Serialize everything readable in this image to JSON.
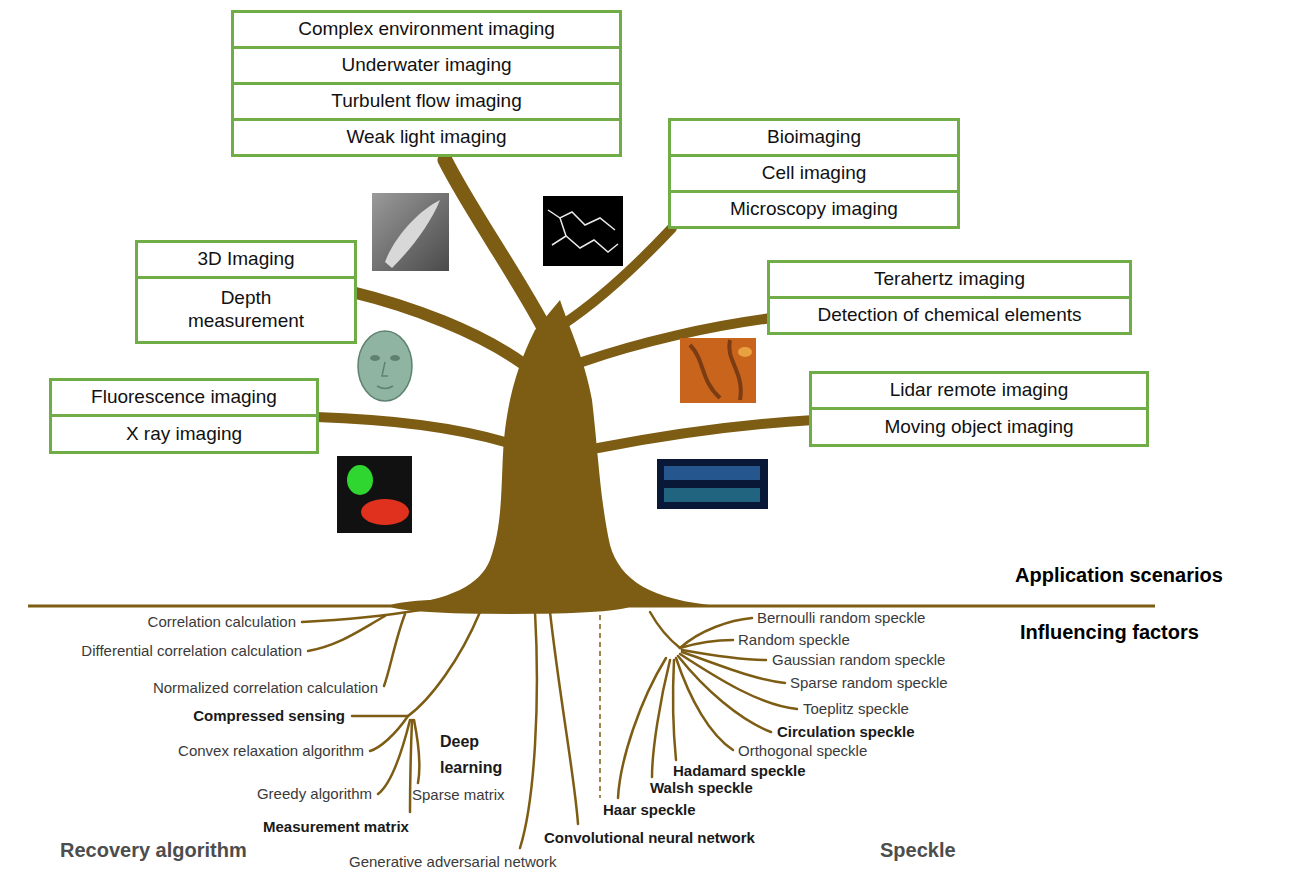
{
  "diagram": {
    "nodes": [
      {
        "text": [
          "Complex environment imaging"
        ]
      },
      {
        "text": [
          "Underwater imaging"
        ]
      },
      {
        "text": [
          "Turbulent flow imaging"
        ]
      },
      {
        "text": [
          "Weak light imaging"
        ]
      },
      {
        "text": [
          "Bioimaging"
        ]
      },
      {
        "text": [
          "Cell imaging"
        ]
      },
      {
        "text": [
          "Microscopy imaging"
        ]
      },
      {
        "text": [
          "3D  Imaging"
        ]
      },
      {
        "text": [
          "Depth measurement"
        ]
      },
      {
        "text": [
          "Terahertz imaging"
        ]
      },
      {
        "text": [
          "Detection of chemical elements"
        ]
      },
      {
        "text": [
          "Fluorescence imaging"
        ]
      },
      {
        "text": [
          "X ray imaging"
        ]
      },
      {
        "text": [
          "Lidar remote imaging"
        ]
      },
      {
        "text": [
          "Moving  object imaging"
        ]
      }
    ],
    "labels": [
      "Application scenarios",
      "Influencing factors",
      "Correlation calculation",
      "Differential correlation calculation",
      "Normalized correlation calculation",
      "Compressed sensing",
      "Convex relaxation algorithm",
      "Deep learning",
      "Greedy algorithm",
      "Sparse matrix",
      "Measurement matrix",
      "Convolutional neural network",
      "Generative adversarial network",
      "Recovery algorithm",
      "Bernoulli random speckle",
      "Random speckle",
      "Gaussian random speckle",
      "Sparse random speckle",
      "Toeplitz speckle",
      "Circulation speckle",
      "Orthogonal speckle",
      "Hadamard speckle",
      "Walsh speckle",
      "Haar speckle",
      "Speckle"
    ]
  }
}
